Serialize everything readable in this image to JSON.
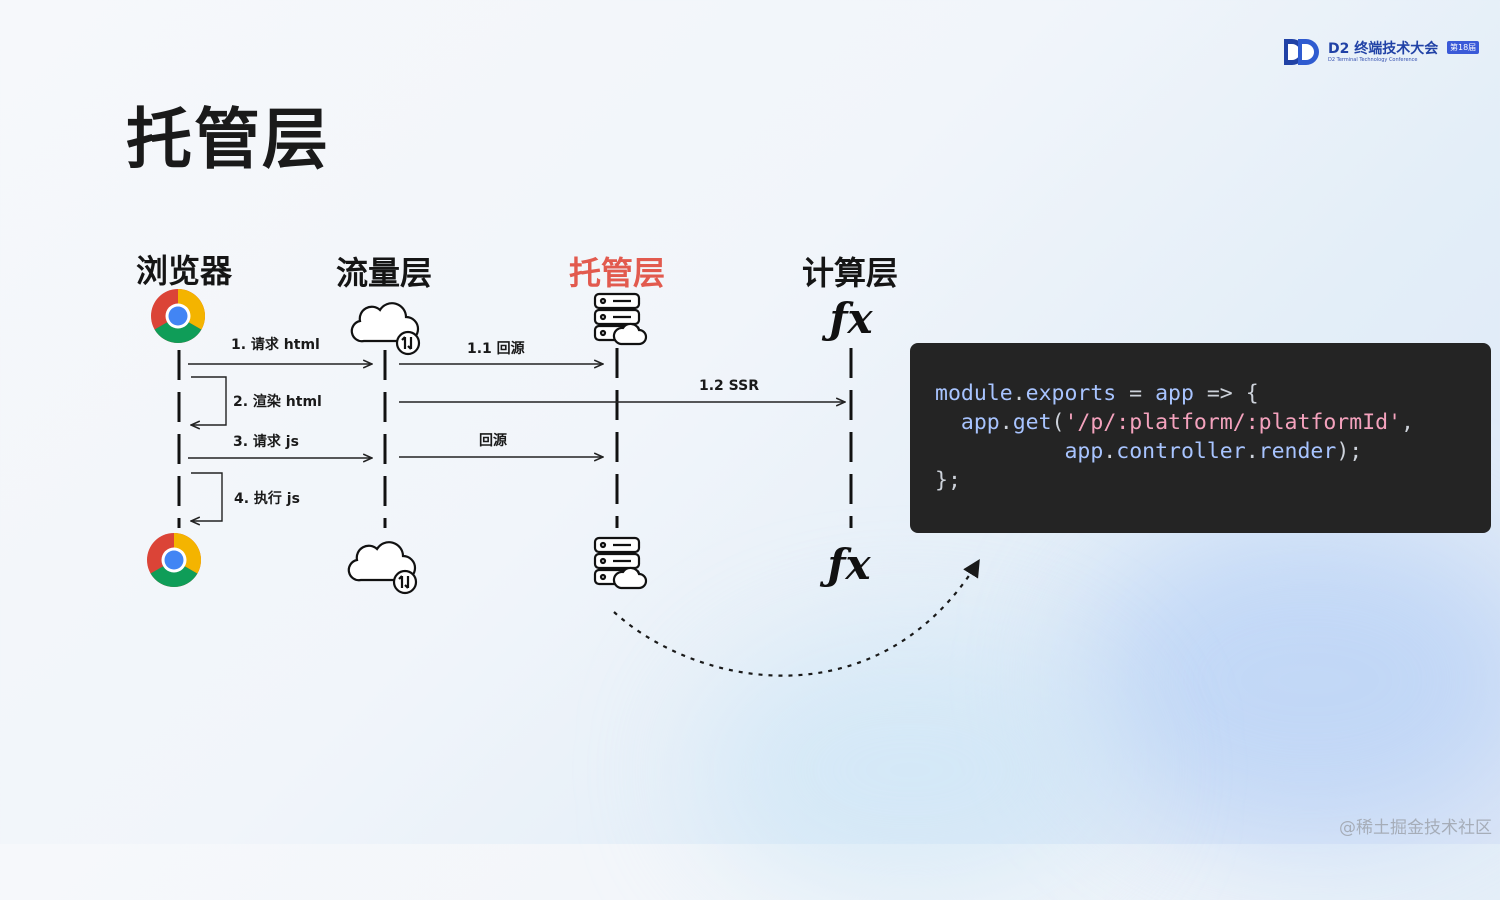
{
  "slide": {
    "title": "托管层"
  },
  "brand": {
    "name": "D2 终端技术大会",
    "badge": "第18届",
    "subtitle": "D2 Terminal Technology Conference"
  },
  "lanes": [
    {
      "title": "浏览器",
      "icon": "chrome-icon",
      "highlight": false
    },
    {
      "title": "流量层",
      "icon": "cloud-traffic-icon",
      "highlight": false
    },
    {
      "title": "托管层",
      "icon": "server-cloud-icon",
      "highlight": true,
      "color": "#e25a4e"
    },
    {
      "title": "计算层",
      "icon": "fx-function-icon",
      "highlight": false
    }
  ],
  "fx_symbol": "ƒx",
  "messages": [
    {
      "label": "1. 请求 html",
      "from": "浏览器",
      "to": "流量层"
    },
    {
      "label": "1.1 回源",
      "from": "流量层",
      "to": "托管层"
    },
    {
      "label": "1.2 SSR",
      "from": "流量层",
      "to": "计算层"
    },
    {
      "label": "2. 渲染 html",
      "from": "浏览器",
      "to": "浏览器"
    },
    {
      "label": "3. 请求 js",
      "from": "浏览器",
      "to": "流量层"
    },
    {
      "label": "回源",
      "from": "流量层",
      "to": "托管层"
    },
    {
      "label": "4. 执行 js",
      "from": "浏览器",
      "to": "浏览器"
    }
  ],
  "code": {
    "lines": [
      [
        {
          "t": "module",
          "c": "ident"
        },
        {
          "t": ".",
          "c": "punct"
        },
        {
          "t": "exports",
          "c": "ident"
        },
        {
          "t": " = ",
          "c": "punct"
        },
        {
          "t": "app",
          "c": "ident"
        },
        {
          "t": " => {",
          "c": "punct"
        }
      ],
      [
        {
          "t": "  ",
          "c": "punct"
        },
        {
          "t": "app",
          "c": "ident"
        },
        {
          "t": ".",
          "c": "punct"
        },
        {
          "t": "get",
          "c": "ident"
        },
        {
          "t": "(",
          "c": "punct"
        },
        {
          "t": "'/p/:platform/:platformId'",
          "c": "str"
        },
        {
          "t": ",",
          "c": "punct"
        }
      ],
      [
        {
          "t": "          ",
          "c": "punct"
        },
        {
          "t": "app",
          "c": "ident"
        },
        {
          "t": ".",
          "c": "punct"
        },
        {
          "t": "controller",
          "c": "ident"
        },
        {
          "t": ".",
          "c": "punct"
        },
        {
          "t": "render",
          "c": "ident"
        },
        {
          "t": ");",
          "c": "punct"
        }
      ],
      [
        {
          "t": "};",
          "c": "punct"
        }
      ]
    ]
  },
  "colors": {
    "accent": "#e25a4e",
    "code_bg": "#242424",
    "code_ident": "#a8c4ff",
    "code_string": "#f4a2bd"
  },
  "watermark": "@稀土掘金技术社区"
}
